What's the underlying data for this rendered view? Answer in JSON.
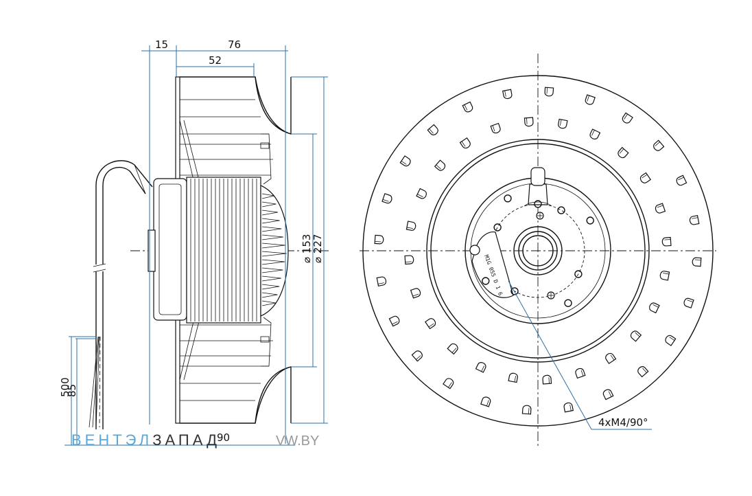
{
  "dimensions": {
    "d15": "15",
    "d76": "76",
    "d52": "52",
    "d153": "⌀ 153",
    "d227": "⌀ 227",
    "d500": "500",
    "d85": "85",
    "d90": "90",
    "thread_note": "4xM4/90°"
  },
  "label_plate": "M1G 055 D 1 6",
  "watermark": {
    "part1": "ВЕНТЭЛ",
    "part2": "ЗАПАД",
    "url": "VW.BY",
    "color1": "#5aa7dc",
    "color2": "#333333",
    "color_url": "#999999"
  },
  "colors": {
    "line": "#111111",
    "dimension": "#2a6fa8"
  }
}
